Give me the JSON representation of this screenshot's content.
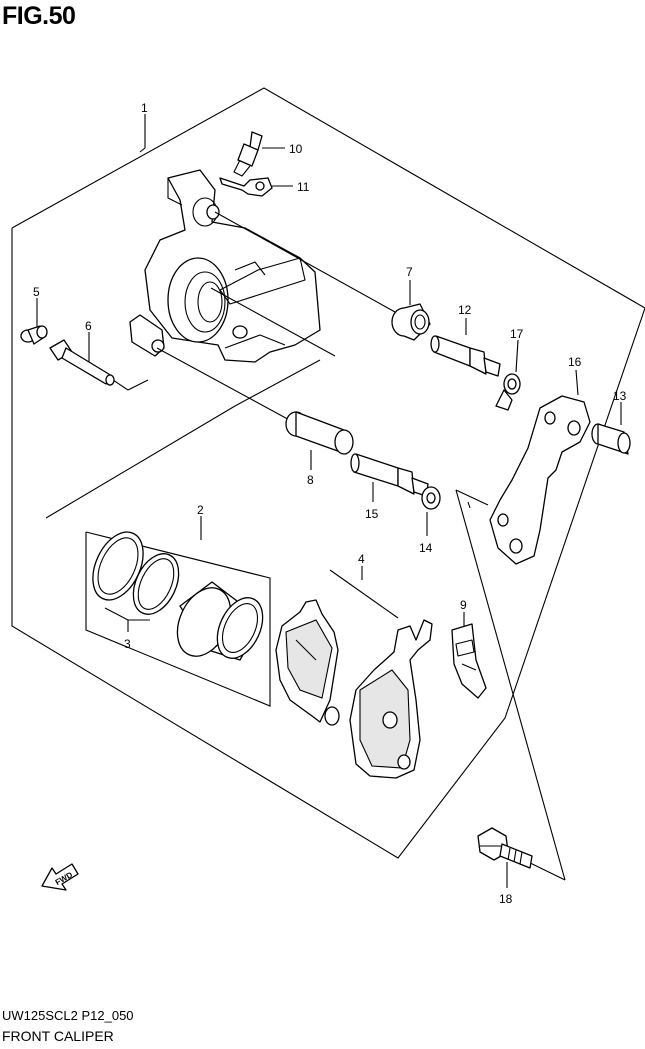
{
  "figure": {
    "title": "FIG.50",
    "model_code": "UW125SCL2 P12_050",
    "caption": "FRONT CALIPER"
  },
  "fwd_arrow": {
    "label": "FWD"
  },
  "callouts": [
    {
      "num": "1"
    },
    {
      "num": "2"
    },
    {
      "num": "3"
    },
    {
      "num": "4"
    },
    {
      "num": "5"
    },
    {
      "num": "6"
    },
    {
      "num": "7"
    },
    {
      "num": "8"
    },
    {
      "num": "9"
    },
    {
      "num": "10"
    },
    {
      "num": "11"
    },
    {
      "num": "12"
    },
    {
      "num": "13"
    },
    {
      "num": "14"
    },
    {
      "num": "15"
    },
    {
      "num": "16"
    },
    {
      "num": "17"
    },
    {
      "num": "18"
    }
  ]
}
